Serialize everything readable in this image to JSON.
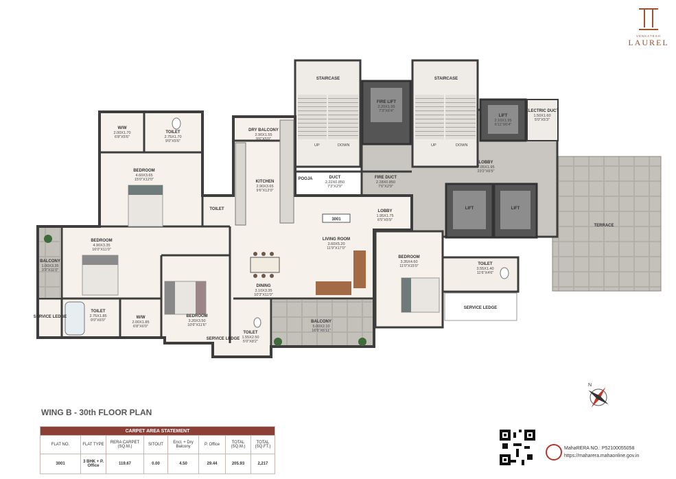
{
  "logo": {
    "small_text": "VENKATESH",
    "name": "LAUREL"
  },
  "plan": {
    "flat_label": "3001",
    "rooms": [
      {
        "id": "staircase-1",
        "name": "STAIRCASE",
        "dims": ""
      },
      {
        "id": "staircase-2",
        "name": "STAIRCASE",
        "dims": ""
      },
      {
        "id": "fire-lift",
        "name": "FIRE LIFT",
        "dims": "2.20X1.95 / 7'3\"X6'4\""
      },
      {
        "id": "lift-1",
        "name": "LIFT",
        "dims": "2.10X1.95 / 6'11\"X6'4\""
      },
      {
        "id": "electric-duct",
        "name": "ELECTRIC DUCT",
        "dims": "1.50X1.60 / 5'0\"X5'3\""
      },
      {
        "id": "lobby-main",
        "name": "LOBBY",
        "dims": "7.05X1.95 / 23'2\"X6'5\""
      },
      {
        "id": "lift-2",
        "name": "LIFT",
        "dims": ""
      },
      {
        "id": "lift-3",
        "name": "LIFT",
        "dims": ""
      },
      {
        "id": "terrace",
        "name": "TERRACE",
        "dims": ""
      },
      {
        "id": "wiw-1",
        "name": "W/W",
        "dims": "2.00X1.70 / 6'8\"X5'6\""
      },
      {
        "id": "toilet-1",
        "name": "TOILET",
        "dims": "2.75X1.70 / 9'0\"X5'6\""
      },
      {
        "id": "bedroom-1",
        "name": "BEDROOM",
        "dims": "4.60X3.65 / 15'0\"X12'0\""
      },
      {
        "id": "dry-balcony",
        "name": "DRY BALCONY",
        "dims": "2.90X1.55 / 9'6\"X5'0\""
      },
      {
        "id": "kitchen",
        "name": "KITCHEN",
        "dims": "2.90X3.65 / 9'6\"X12'0\""
      },
      {
        "id": "pooja",
        "name": "POOJA",
        "dims": ""
      },
      {
        "id": "duct",
        "name": "DUCT",
        "dims": "2.22X0.850 / 7'3\"X2'9\""
      },
      {
        "id": "fire-duct",
        "name": "FIRE DUCT",
        "dims": "2.28X0.850 / 7'6\"X2'9\""
      },
      {
        "id": "lobby-flat",
        "name": "LOBBY",
        "dims": "1.95X1.75 / 6'5\"X5'9\""
      },
      {
        "id": "toilet-small",
        "name": "TOILET",
        "dims": ""
      },
      {
        "id": "bedroom-2",
        "name": "BEDROOM",
        "dims": "4.90X3.35 / 16'0\"X11'0\""
      },
      {
        "id": "balcony-side",
        "name": "BALCONY",
        "dims": "1.00X3.35 / 3'3\"X11'0\""
      },
      {
        "id": "living",
        "name": "LIVING ROOM",
        "dims": "3.60X5.20 / 11'9\"X17'0\""
      },
      {
        "id": "bedroom-3",
        "name": "BEDROOM",
        "dims": "3.35X4.60 / 11'0\"X15'0\""
      },
      {
        "id": "toilet-3",
        "name": "TOILET",
        "dims": "3.55X1.40 / 11'6\"X4'6\""
      },
      {
        "id": "service-ledge-right",
        "name": "SERVICE LEDGE",
        "dims": ""
      },
      {
        "id": "dining",
        "name": "DINING",
        "dims": "3.10X3.35 / 10'3\"X11'0\""
      },
      {
        "id": "service-ledge-left",
        "name": "SERVICE LEDGE",
        "dims": ""
      },
      {
        "id": "toilet-2",
        "name": "TOILET",
        "dims": "2.75X1.85 / 9'0\"X6'0\""
      },
      {
        "id": "wiw-2",
        "name": "W/W",
        "dims": "2.00X1.85 / 6'8\"X6'0\""
      },
      {
        "id": "bedroom-4",
        "name": "BEDROOM",
        "dims": "3.20X3.50 / 10'6\"X11'6\""
      },
      {
        "id": "toilet-4",
        "name": "TOILET",
        "dims": "1.55X2.50 / 5'0\"X8'2\""
      },
      {
        "id": "service-ledge-mid",
        "name": "SERVICE LEDGE",
        "dims": ""
      },
      {
        "id": "balcony-main",
        "name": "BALCONY",
        "dims": "5.00X2.10 / 16'5\"X6'11\""
      }
    ],
    "stair_labels": {
      "up": "UP",
      "down": "DOWN"
    }
  },
  "title": "WING B - 30th FLOOR PLAN",
  "table": {
    "heading": "CARPET AREA STATEMENT",
    "columns": [
      "FLAT NO.",
      "FLAT TYPE",
      "RERA CARPET (SQ.M.)",
      "SITOUT",
      "Encl. + Dry Balcony",
      "P. Office",
      "TOTAL (SQ.M.)",
      "TOTAL (SQ.FT.)"
    ],
    "rows": [
      [
        "3001",
        "3 BHK + P. Office",
        "119.67",
        "0.00",
        "4.50",
        "29.44",
        "205.93",
        "2,217"
      ]
    ]
  },
  "rera": {
    "number": "MahaRERA NO.: P52100055058",
    "url": "https://maharera.mahaonline.gov.in"
  },
  "colors": {
    "accent": "#8c3f36",
    "logo": "#a0522d",
    "wall": "#3d3d3d",
    "floor": "#f6f1ea",
    "lobby": "#bdbab4"
  }
}
